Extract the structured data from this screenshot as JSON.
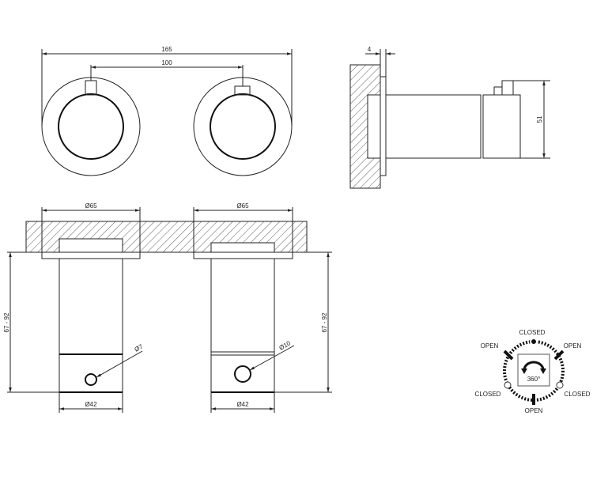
{
  "front_view": {
    "overall_width": "165",
    "center_distance": "100"
  },
  "side_view": {
    "flange_thickness": "4",
    "height": "51"
  },
  "section_view": {
    "flange_diameter_left": "Ø65",
    "flange_diameter_right": "Ø65",
    "body_diameter_left": "Ø42",
    "body_diameter_right": "Ø42",
    "hole_left": "Ø7",
    "hole_right": "Ø10",
    "depth_left": "67 - 92",
    "depth_right": "67 - 92"
  },
  "rotation_legend": {
    "top": "CLOSED",
    "upper_left": "OPEN",
    "upper_right": "OPEN",
    "lower_left": "CLOSED",
    "lower_right": "CLOSED",
    "bottom": "OPEN",
    "rotation": "360°"
  },
  "colors": {
    "line": "#222222",
    "background": "#ffffff"
  }
}
